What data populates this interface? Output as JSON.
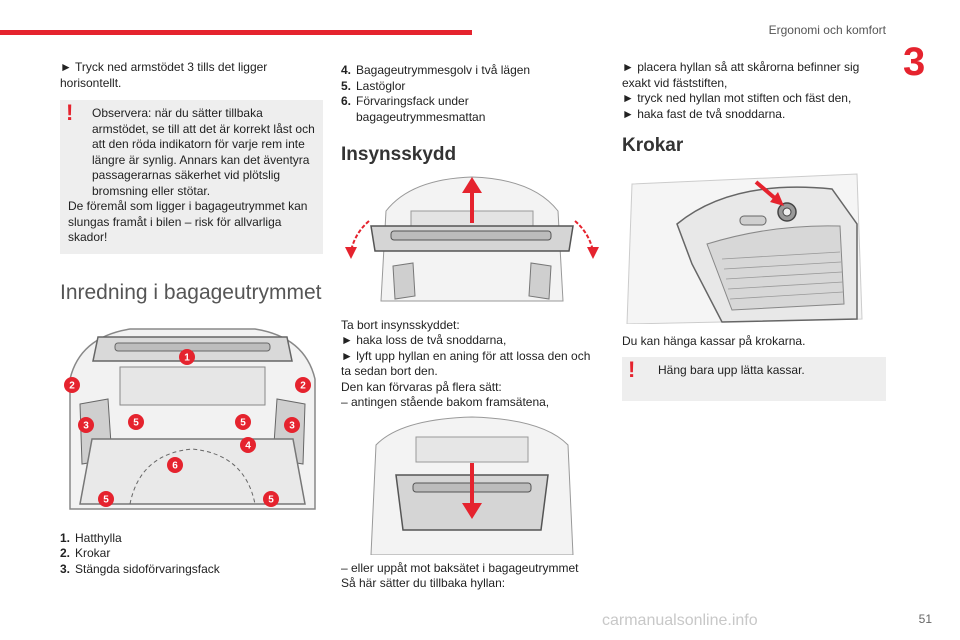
{
  "header": {
    "title": "Ergonomi och komfort",
    "chapter": "3"
  },
  "col1": {
    "intro": "► Tryck ned armstödet 3 tills det ligger horisontellt.",
    "warning": {
      "line1": "Observera: när du sätter tillbaka armstödet, se till att det är korrekt låst och att den röda indikatorn för varje rem inte längre är synlig. Annars kan det äventyra passagerarnas säkerhet vid plötslig bromsning eller stötar.",
      "line2": "De föremål som ligger i bagageutrymmet kan slungas framåt i bilen – risk för allvarliga skador!"
    },
    "section_title": "Inredning i bagageutrymmet",
    "callouts": [
      "1",
      "2",
      "2",
      "3",
      "3",
      "5",
      "5",
      "4",
      "6",
      "5",
      "5"
    ],
    "list": [
      {
        "num": "1.",
        "text": "Hatthylla"
      },
      {
        "num": "2.",
        "text": "Krokar"
      },
      {
        "num": "3.",
        "text": "Stängda sidoförvaringsfack"
      }
    ]
  },
  "col2": {
    "list": [
      {
        "num": "4.",
        "text": "Bagageutrymmesgolv i två lägen"
      },
      {
        "num": "5.",
        "text": "Lastöglor"
      },
      {
        "num": "6.",
        "text": "Förvaringsfack under bagageutrymmesmattan"
      }
    ],
    "section_title": "Insynsskydd",
    "para1": "Ta bort insynsskyddet:",
    "para2": "► haka loss de två snoddarna,",
    "para3": "► lyft upp hyllan en aning för att lossa den och ta sedan bort den.",
    "para4": "Den kan förvaras på flera sätt:",
    "para5": "– antingen stående bakom framsätena,",
    "para6": "– eller uppåt mot baksätet i bagageutrymmet",
    "para7": "Så här sätter du tillbaka hyllan:"
  },
  "col3": {
    "para1": "► placera hyllan så att skårorna befinner sig exakt vid fäststiften,",
    "para2": "► tryck ned hyllan mot stiften och fäst den,",
    "para3": "► haka fast de två snoddarna.",
    "section_title": "Krokar",
    "para4": "Du kan hänga kassar på krokarna.",
    "warning": "Häng bara upp lätta kassar."
  },
  "footer": {
    "page": "51",
    "watermark": "carmanualsonline.info"
  },
  "colors": {
    "accent": "#e5232e",
    "warning_bg": "#eeeeee"
  }
}
